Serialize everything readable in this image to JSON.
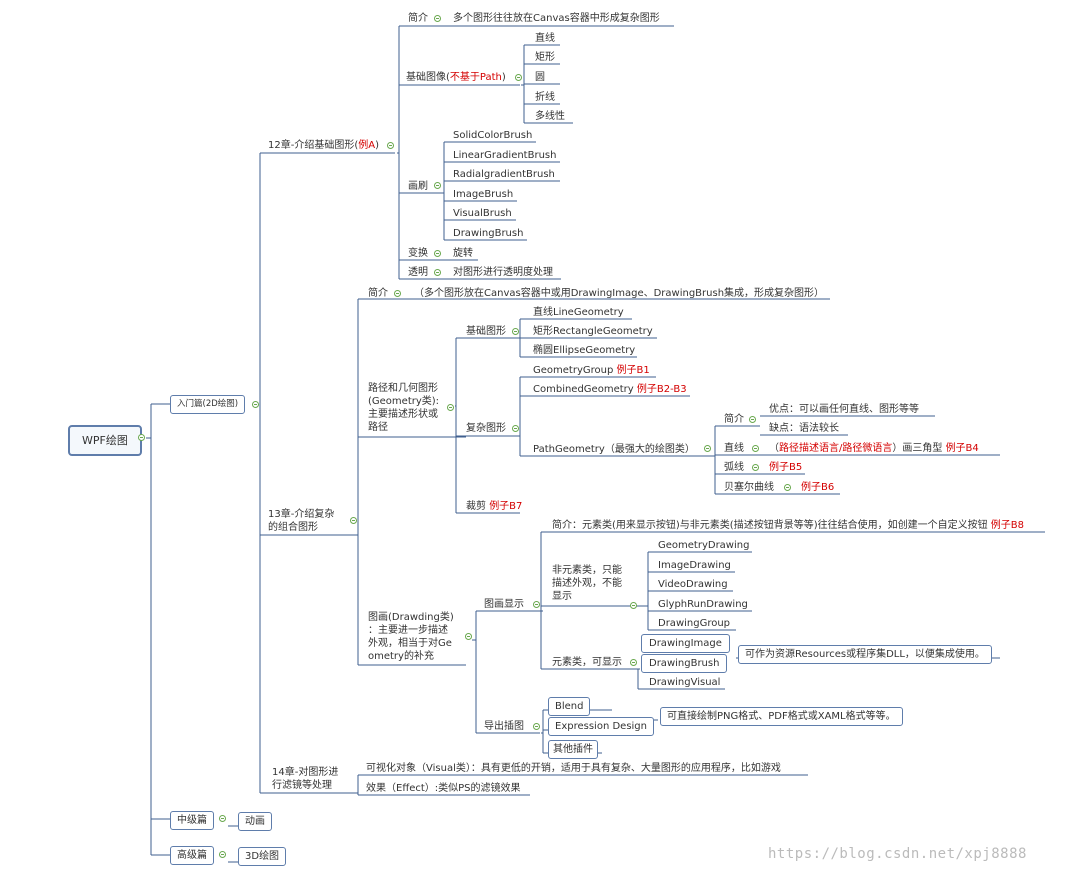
{
  "root": "WPF绘图",
  "intro": "入门篇(2D绘图)",
  "middle": "中级篇",
  "middle_child": "动画",
  "advanced": "高级篇",
  "advanced_child": "3D绘图",
  "ch12": {
    "title": "12章-介绍基础图形(",
    "title_red": "例A",
    "title_end": ")",
    "intro_label": "简介",
    "intro_text": "多个图形往往放在Canvas容器中形成复杂图形",
    "basic_label": "基础图像(",
    "basic_red": "不基于Path",
    "basic_end": ")",
    "basic_items": [
      "直线",
      "矩形",
      "圆",
      "折线",
      "多线性"
    ],
    "brush_label": "画刷",
    "brush_items": [
      "SolidColorBrush",
      "LinearGradientBrush",
      "RadialgradientBrush",
      "ImageBrush",
      "VisualBrush",
      "DrawingBrush"
    ],
    "transform_label": "变换",
    "transform_item": "旋转",
    "opacity_label": "透明",
    "opacity_item": "对图形进行透明度处理"
  },
  "ch13": {
    "title": "13章-介绍复杂\n的组合图形",
    "intro_label": "简介",
    "intro_text": "（多个图形放在Canvas容器中或用DrawingImage、DrawingBrush集成，形成复杂图形）",
    "geo_label": "路径和几何图形\n(Geometry类):\n主要描述形状或\n路径",
    "basic_label": "基础图形",
    "basic_items": [
      "直线LineGeometry",
      "矩形RectangleGeometry",
      "椭圆EllipseGeometry"
    ],
    "complex_label": "复杂图形",
    "gg": "GeometryGroup ",
    "gg_red": "例子B1",
    "cg": "CombinedGeometry ",
    "cg_red": "例子B2-B3",
    "pg": "PathGeometry（最强大的绘图类）",
    "pg_intro": "简介",
    "pg_adv": "优点：可以画任何直线、图形等等",
    "pg_dis": "缺点：语法较长",
    "line_label": "直线",
    "line_text1": "（",
    "line_red": "路径描述语言/路径微语言",
    "line_text2": "）画三角型 ",
    "line_red2": "例子B4",
    "arc_label": "弧线",
    "arc_red": "例子B5",
    "bezier_label": "贝塞尔曲线",
    "bezier_red": "例子B6",
    "clip_label": "裁剪 ",
    "clip_red": "例子B7",
    "drawing_label": "图画(Drawding类)\n：主要进一步描述\n外观，相当于对Ge\nometry的补充",
    "display_label": "图画显示",
    "display_intro": "简介：元素类(用来显示按钮)与非元素类(描述按钮背景等等)往往结合使用，如创建一个自定义按钮 ",
    "display_intro_red": "例子B8",
    "nonelem_label": "非元素类，只能\n描述外观，不能\n显示",
    "nonelem_items": [
      "GeometryDrawing",
      "ImageDrawing",
      "VideoDrawing",
      "GlyphRunDrawing",
      "DrawingGroup"
    ],
    "elem_label": "元素类，可显示",
    "elem_items": [
      "DrawingImage",
      "DrawingBrush",
      "DrawingVisual"
    ],
    "elem_note": "可作为资源Resources或程序集DLL，以便集成使用。",
    "export_label": "导出插图",
    "export_items": [
      "Blend",
      "Expression Design"
    ],
    "export_note": "可直接绘制PNG格式、PDF格式或XAML格式等等。",
    "export_other": "其他插件"
  },
  "ch14": {
    "title": "14章-对图形进\n行滤镜等处理",
    "visual": "可视化对象（Visual类）：具有更低的开销，适用于具有复杂、大量图形的应用程序，比如游戏",
    "effect": "效果（Effect）:类似PS的滤镜效果"
  },
  "watermark": "https://blog.csdn.net/xpj8888"
}
